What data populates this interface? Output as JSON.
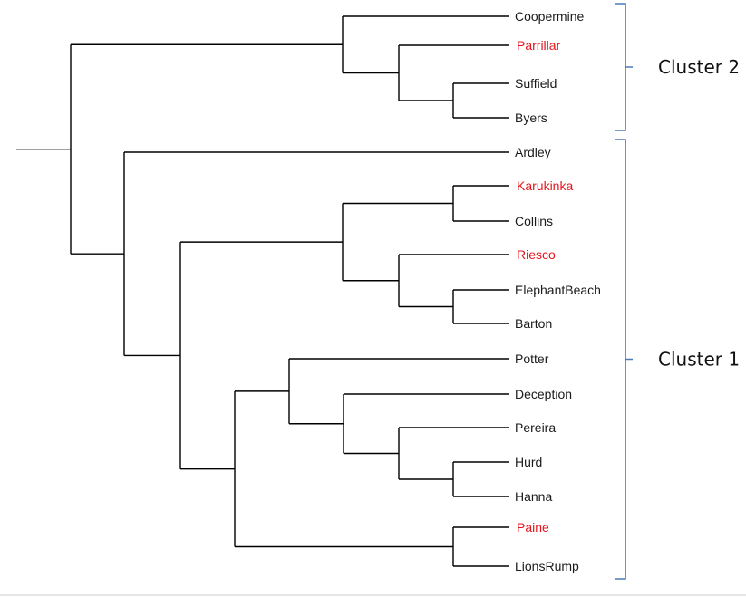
{
  "tree": {
    "leaves": [
      {
        "id": "coopermine",
        "label": "Coopermine",
        "highlight": false
      },
      {
        "id": "parrillar",
        "label": "Parrillar",
        "highlight": true
      },
      {
        "id": "suffield",
        "label": "Suffield",
        "highlight": false
      },
      {
        "id": "byers",
        "label": "Byers",
        "highlight": false
      },
      {
        "id": "ardley",
        "label": "Ardley",
        "highlight": false
      },
      {
        "id": "karukinka",
        "label": "Karukinka",
        "highlight": true
      },
      {
        "id": "collins",
        "label": "Collins",
        "highlight": false
      },
      {
        "id": "riesco",
        "label": "Riesco",
        "highlight": true
      },
      {
        "id": "elephantbeach",
        "label": "ElephantBeach",
        "highlight": false
      },
      {
        "id": "barton",
        "label": "Barton",
        "highlight": false
      },
      {
        "id": "potter",
        "label": "Potter",
        "highlight": false
      },
      {
        "id": "deception",
        "label": "Deception",
        "highlight": false
      },
      {
        "id": "pereira",
        "label": "Pereira",
        "highlight": false
      },
      {
        "id": "hurd",
        "label": "Hurd",
        "highlight": false
      },
      {
        "id": "hanna",
        "label": "Hanna",
        "highlight": false
      },
      {
        "id": "paine",
        "label": "Paine",
        "highlight": true
      },
      {
        "id": "lionsrump",
        "label": "LionsRump",
        "highlight": false
      }
    ],
    "structure": [
      [
        [
          "coopermine",
          [
            "parrillar",
            [
              "suffield",
              "byers"
            ]
          ]
        ]
      ],
      [
        "ardley",
        [
          [
            [
              "karukinka",
              "collins"
            ],
            [
              "riesco",
              [
                "elephantbeach",
                "barton"
              ]
            ]
          ],
          [
            [
              "potter",
              [
                "deception",
                [
                  "pereira",
                  [
                    "hurd",
                    "hanna"
                  ]
                ]
              ]
            ],
            [
              "paine",
              "lionsrump"
            ]
          ]
        ]
      ]
    ]
  },
  "clusters": [
    {
      "id": "cluster-2",
      "label": "Cluster 2",
      "first_leaf": "coopermine",
      "last_leaf": "byers"
    },
    {
      "id": "cluster-1",
      "label": "Cluster 1",
      "first_leaf": "ardley",
      "last_leaf": "lionsrump"
    }
  ],
  "colors": {
    "branch": "#000000",
    "label_default": "#1a1a1a",
    "label_highlight": "#e8141c",
    "bracket": "#4a7ab8"
  }
}
